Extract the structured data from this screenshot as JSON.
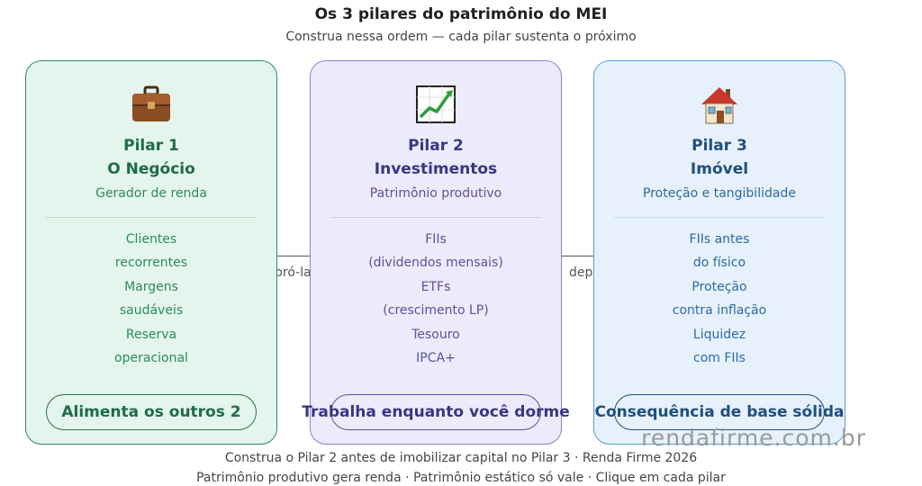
{
  "header": {
    "title": "Os 3 pilares do patrimônio do MEI",
    "subtitle": "Construa nessa ordem — cada pilar sustenta o próximo"
  },
  "connectors": [
    {
      "label": "pró-la"
    },
    {
      "label": "dep"
    }
  ],
  "pillars": [
    {
      "number": "Pilar 1",
      "name": "O Negócio",
      "tagline": "Gerador de renda",
      "icon": "briefcase-icon",
      "points": [
        [
          "Clientes",
          "recorrentes"
        ],
        [
          "Margens",
          "saudáveis"
        ],
        [
          "Reserva",
          "operacional"
        ]
      ],
      "pill": "Alimenta os outros 2"
    },
    {
      "number": "Pilar 2",
      "name": "Investimentos",
      "tagline": "Patrimônio produtivo",
      "icon": "chart-increasing-icon",
      "points": [
        [
          "FIIs",
          "(dividendos mensais)"
        ],
        [
          "ETFs",
          "(crescimento LP)"
        ],
        [
          "Tesouro",
          "IPCA+"
        ]
      ],
      "pill": "Trabalha enquanto você dorme"
    },
    {
      "number": "Pilar 3",
      "name": "Imóvel",
      "tagline": "Proteção e tangibilidade",
      "icon": "house-icon",
      "points": [
        [
          "FIIs antes",
          "do físico"
        ],
        [
          "Proteção",
          "contra inflação"
        ],
        [
          "Liquidez",
          "com FIIs"
        ]
      ],
      "pill": "Consequência de base sólida"
    }
  ],
  "footer": {
    "line1": "Construa o Pilar 2 antes de imobilizar capital no Pilar 3 · Renda Firme 2026",
    "line2": "Patrimônio produtivo gera renda · Patrimônio estático só vale · Clique em cada pilar"
  },
  "watermark": "rendafirme.com.br",
  "colors": {
    "green_accent": "#2f8a5e",
    "purple_accent": "#8a84c9",
    "blue_accent": "#5b9bd5"
  }
}
